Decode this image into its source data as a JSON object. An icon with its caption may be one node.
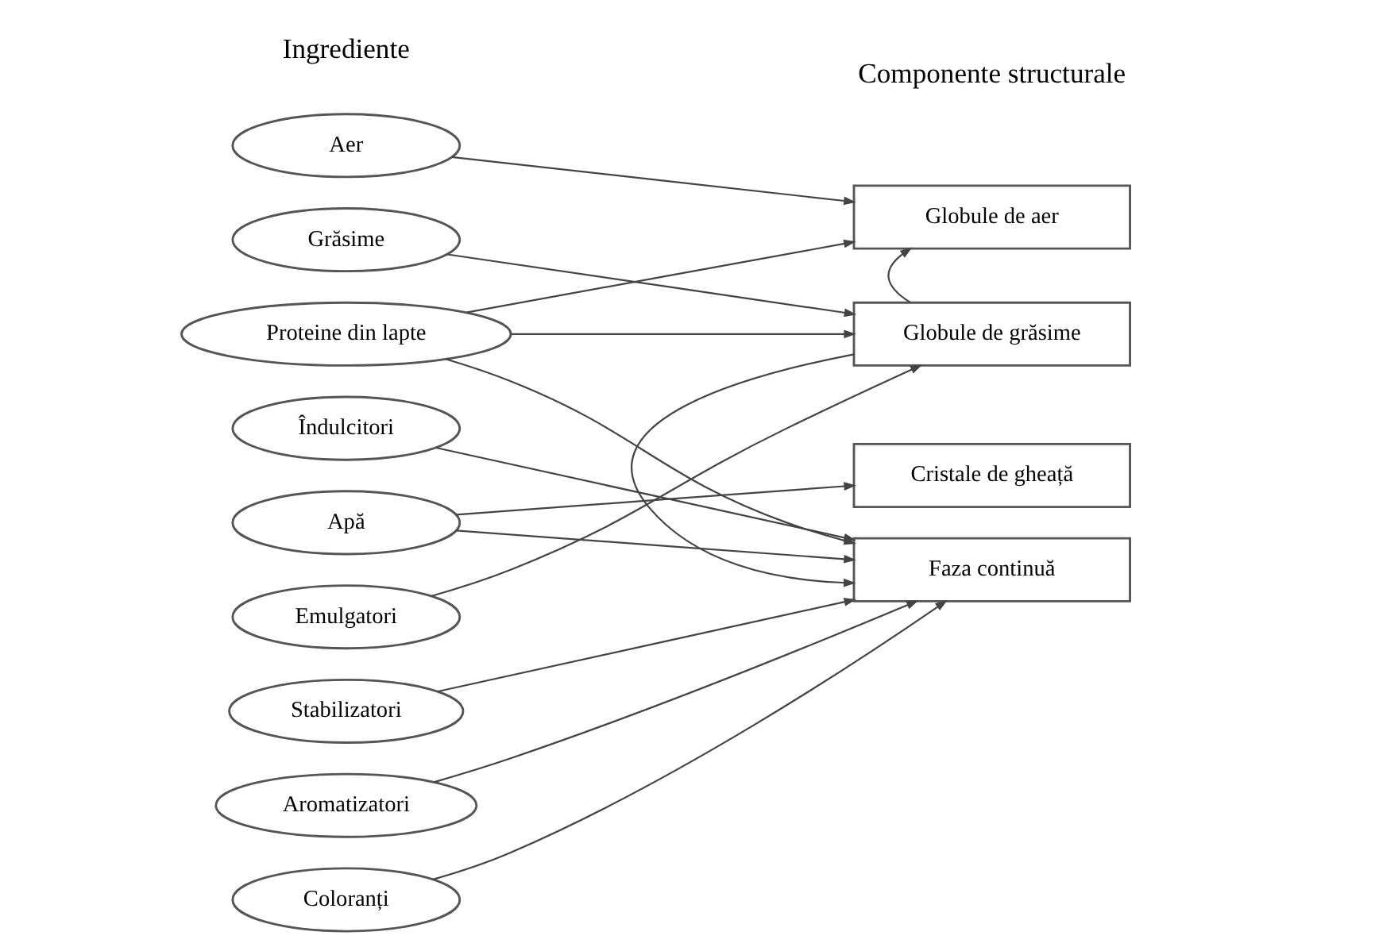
{
  "diagram": {
    "nodes": [
      {
        "text": [
          "Aer"
        ]
      },
      {
        "text": [
          "Grăsime"
        ]
      },
      {
        "text": [
          "Proteine din lapte"
        ]
      },
      {
        "text": [
          "Îndulcitori"
        ]
      },
      {
        "text": [
          "Apă"
        ]
      },
      {
        "text": [
          "Emulgatori"
        ]
      },
      {
        "text": [
          "Stabilizatori"
        ]
      },
      {
        "text": [
          "Aromatizatori"
        ]
      },
      {
        "text": [
          "Coloranți"
        ]
      },
      {
        "text": [
          "Globule de aer"
        ]
      },
      {
        "text": [
          "Globule de grăsime"
        ]
      },
      {
        "text": [
          "Cristale de gheață"
        ]
      },
      {
        "text": [
          "Faza continuă"
        ]
      }
    ],
    "edges": [
      {
        "from": 0,
        "to": 9,
        "arrow": "to"
      },
      {
        "from": 1,
        "to": 10,
        "arrow": "to"
      },
      {
        "from": 2,
        "to": 9,
        "arrow": "to"
      },
      {
        "from": 2,
        "to": 10,
        "arrow": "to"
      },
      {
        "from": 2,
        "to": 12,
        "arrow": "to"
      },
      {
        "from": 3,
        "to": 12,
        "arrow": "to"
      },
      {
        "from": 4,
        "to": 11,
        "arrow": "to"
      },
      {
        "from": 4,
        "to": 12,
        "arrow": "to"
      },
      {
        "from": 5,
        "to": 10,
        "arrow": "to"
      },
      {
        "from": 6,
        "to": 12,
        "arrow": "to"
      },
      {
        "from": 7,
        "to": 12,
        "arrow": "to"
      },
      {
        "from": 8,
        "to": 12,
        "arrow": "to"
      },
      {
        "from": 10,
        "to": 9,
        "arrow": "to"
      },
      {
        "from": 10,
        "to": 12,
        "arrow": "to"
      }
    ],
    "labels": [
      "Ingrediente",
      "Componente structurale"
    ]
  }
}
